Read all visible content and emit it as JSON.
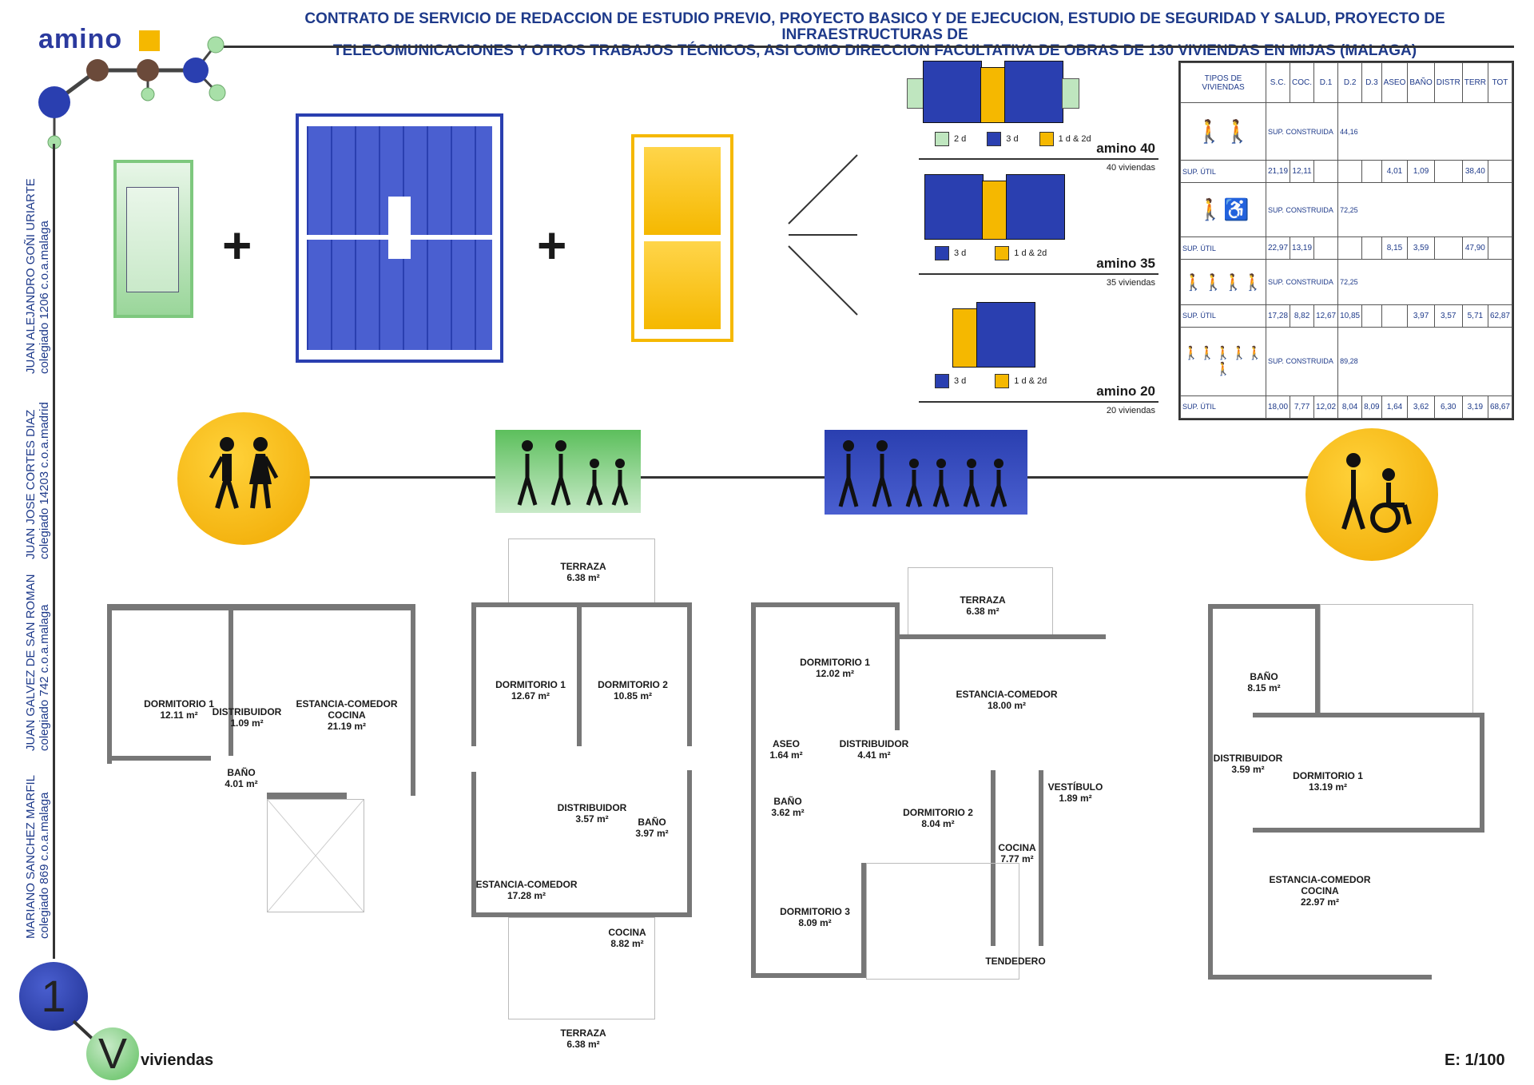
{
  "logo": {
    "text": "amino"
  },
  "header": {
    "line1": "CONTRATO DE SERVICIO DE REDACCION DE ESTUDIO PREVIO, PROYECTO BASICO Y DE EJECUCION, ESTUDIO DE SEGURIDAD Y SALUD, PROYECTO DE INFRAESTRUCTURAS DE",
    "line2": "TELECOMUNICACIONES Y OTROS TRABAJOS TÉCNICOS, ASI COMO DIRECCION FACULTATIVA DE OBRAS DE 130 VIVIENDAS EN MIJAS (MALAGA)"
  },
  "authors": [
    {
      "name": "JUAN ALEJANDRO GOÑI URIARTE",
      "college": "colegiado 1206 c.o.a.malaga"
    },
    {
      "name": "JUAN JOSE CORTES DIAZ",
      "college": "colegiado 14203 c.o.a.madrid"
    },
    {
      "name": "JUAN GALVEZ DE SAN ROMAN",
      "college": "colegiado 742 c.o.a.malaga"
    },
    {
      "name": "MARIANO SANCHEZ MARFIL",
      "college": "colegiado 869 c.o.a.malaga"
    }
  ],
  "top": {
    "plus": "+"
  },
  "configs": [
    {
      "title": "amino 40",
      "sub": "40 viviendas",
      "legend": [
        {
          "label": "2 d",
          "color": "#7ec87e"
        },
        {
          "label": "3 d",
          "color": "#2a3fb0"
        },
        {
          "label": "1 d & 2d",
          "color": "#f5b800"
        }
      ]
    },
    {
      "title": "amino 35",
      "sub": "35 viviendas",
      "legend": [
        {
          "label": "3 d",
          "color": "#2a3fb0"
        },
        {
          "label": "1 d & 2d",
          "color": "#f5b800"
        }
      ]
    },
    {
      "title": "amino 20",
      "sub": "20 viviendas",
      "legend": [
        {
          "label": "3 d",
          "color": "#2a3fb0"
        },
        {
          "label": "1 d & 2d",
          "color": "#f5b800"
        }
      ]
    }
  ],
  "table": {
    "headers": [
      "TIPOS DE VIVIENDAS",
      "S.C.",
      "COC.",
      "D.1",
      "D.2",
      "D.3",
      "ASEO",
      "BAÑO",
      "DISTR",
      "TERR",
      "TOT"
    ],
    "rows": [
      {
        "sc_label": "SUP. CONSTRUIDA",
        "sc_value": "44,16",
        "util_label": "SUP. ÚTIL",
        "util": [
          "21,19",
          "12,11",
          "",
          "",
          "",
          "4,01",
          "1,09",
          "",
          "38,40"
        ]
      },
      {
        "sc_label": "SUP. CONSTRUIDA",
        "sc_value": "72,25",
        "util_label": "SUP. ÚTIL",
        "util": [
          "22,97",
          "13,19",
          "",
          "",
          "",
          "8,15",
          "3,59",
          "",
          "47,90"
        ]
      },
      {
        "sc_label": "SUP. CONSTRUIDA",
        "sc_value": "72,25",
        "util_label": "SUP. ÚTIL",
        "util": [
          "17,28",
          "8,82",
          "12,67",
          "10,85",
          "",
          "",
          "3,97",
          "3,57",
          "5,71",
          "62,87"
        ]
      },
      {
        "sc_label": "SUP. CONSTRUIDA",
        "sc_value": "89,28",
        "util_label": "SUP. ÚTIL",
        "util": [
          "18,00",
          "7,77",
          "12,02",
          "8,04",
          "8,09",
          "1,64",
          "3,62",
          "6,30",
          "3,19",
          "68,67"
        ]
      }
    ]
  },
  "plans": {
    "p1": [
      {
        "name": "DORMITORIO 1",
        "area": "12.11 m²"
      },
      {
        "name": "DISTRIBUIDOR",
        "area": "1.09 m²"
      },
      {
        "name": "ESTANCIA-COMEDOR",
        "area": "COCINA",
        "area2": "21.19 m²"
      },
      {
        "name": "BAÑO",
        "area": "4.01 m²"
      }
    ],
    "p2": [
      {
        "name": "TERRAZA",
        "area": "6.38 m²"
      },
      {
        "name": "DORMITORIO 1",
        "area": "12.67 m²"
      },
      {
        "name": "DORMITORIO 2",
        "area": "10.85 m²"
      },
      {
        "name": "DISTRIBUIDOR",
        "area": "3.57 m²"
      },
      {
        "name": "BAÑO",
        "area": "3.97 m²"
      },
      {
        "name": "ESTANCIA-COMEDOR",
        "area": "17.28 m²"
      },
      {
        "name": "COCINA",
        "area": "8.82 m²"
      },
      {
        "name": "TERRAZA",
        "area": "6.38 m²"
      }
    ],
    "p3": [
      {
        "name": "TERRAZA",
        "area": "6.38 m²"
      },
      {
        "name": "DORMITORIO 1",
        "area": "12.02 m²"
      },
      {
        "name": "ESTANCIA-COMEDOR",
        "area": "18.00 m²"
      },
      {
        "name": "ASEO",
        "area": "1.64 m²"
      },
      {
        "name": "DISTRIBUIDOR",
        "area": "4.41 m²"
      },
      {
        "name": "VESTÍBULO",
        "area": "1.89 m²"
      },
      {
        "name": "BAÑO",
        "area": "3.62 m²"
      },
      {
        "name": "DORMITORIO 2",
        "area": "8.04 m²"
      },
      {
        "name": "COCINA",
        "area": "7.77 m²"
      },
      {
        "name": "DORMITORIO 3",
        "area": "8.09 m²"
      },
      {
        "name": "TENDEDERO",
        "area": ""
      }
    ],
    "p4": [
      {
        "name": "BAÑO",
        "area": "8.15 m²"
      },
      {
        "name": "DISTRIBUIDOR",
        "area": "3.59 m²"
      },
      {
        "name": "DORMITORIO 1",
        "area": "13.19 m²"
      },
      {
        "name": "ESTANCIA-COMEDOR",
        "area": "COCINA",
        "area2": "22.97 m²"
      }
    ]
  },
  "footer": {
    "number": "1",
    "letter": "V",
    "word": "viviendas",
    "scale": "E: 1/100"
  },
  "colors": {
    "blue": "#2a3fb0",
    "green": "#7ec87e",
    "yellow": "#f5b800",
    "text": "#1e3a8a"
  }
}
